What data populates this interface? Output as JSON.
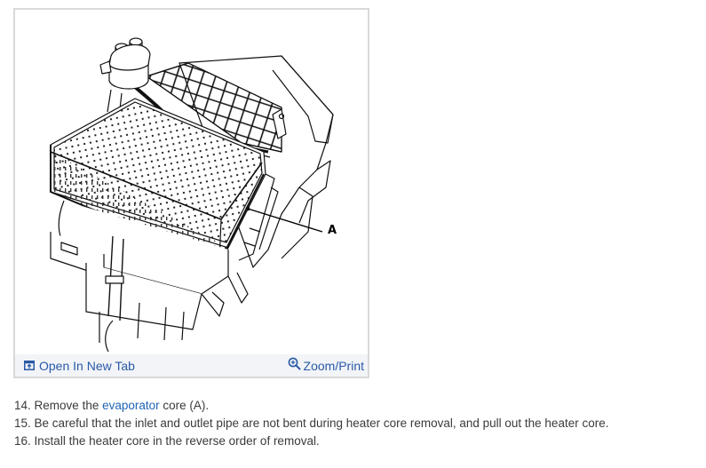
{
  "figure": {
    "callout_label": "A",
    "footer": {
      "open_new_tab": {
        "label": "Open In New Tab",
        "icon": "open-in-new-tab-icon"
      },
      "zoom_print": {
        "label": "Zoom/Print",
        "icon": "zoom-in-icon"
      }
    }
  },
  "steps": [
    {
      "number": "14.",
      "before": "Remove the",
      "link": "evaporator",
      "after": "core (A)."
    },
    {
      "number": "15.",
      "text": "Be careful that the inlet and outlet pipe are not bent during heater core removal, and pull out the heater core."
    },
    {
      "number": "16.",
      "text": "Install the heater core in the reverse order of removal."
    }
  ],
  "colors": {
    "link": "#1f64b4",
    "footer_link": "#2a5aa6",
    "footer_bg": "#f2f4f8",
    "frame_border": "#d9d9d9",
    "body_text": "#3a3a3a"
  }
}
